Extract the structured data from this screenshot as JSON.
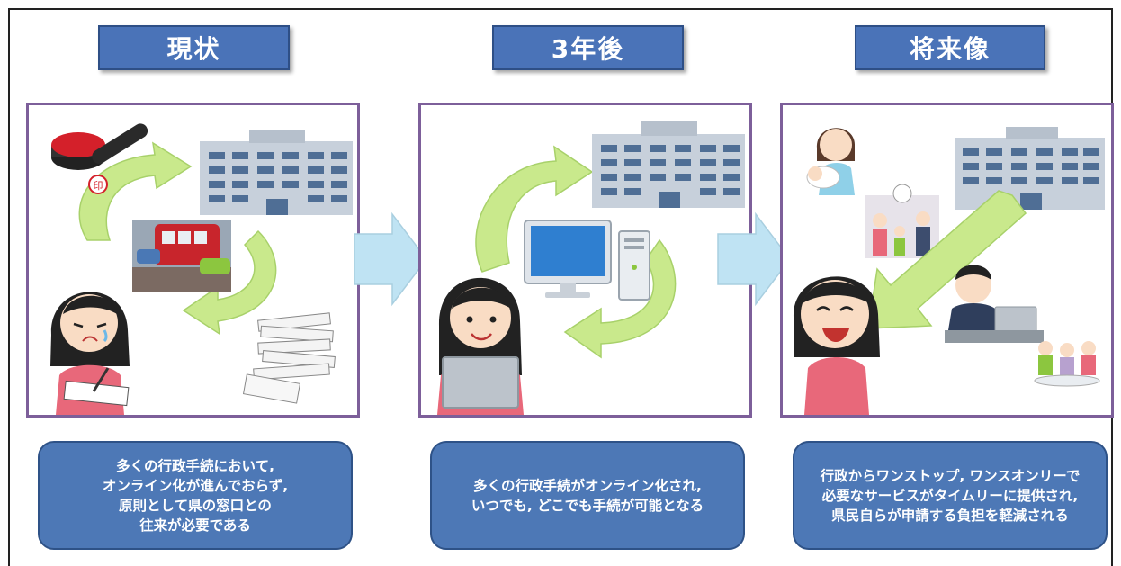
{
  "stages": [
    {
      "title": "現状",
      "description": [
        "多くの行政手続において,",
        "オンライン化が進んでおらず,",
        "原則として県の窓口との",
        "往来が必要である"
      ]
    },
    {
      "title": "3年後",
      "description": [
        "多くの行政手続がオンライン化され,",
        "いつでも, どこでも手続が可能となる"
      ]
    },
    {
      "title": "将来像",
      "description": [
        "行政からワンストップ, ワンスオンリーで",
        "必要なサービスがタイムリーに提供され,",
        "県民自らが申請する負担を軽減される"
      ]
    }
  ],
  "stamp_glyph": "印",
  "colors": {
    "title_fill": "#4a73b8",
    "panel_border": "#7d5f9a",
    "desc_fill": "#4d78b6",
    "flow_arrow": "#bfe3f3",
    "cycle_arrow": "#c9e98c"
  }
}
